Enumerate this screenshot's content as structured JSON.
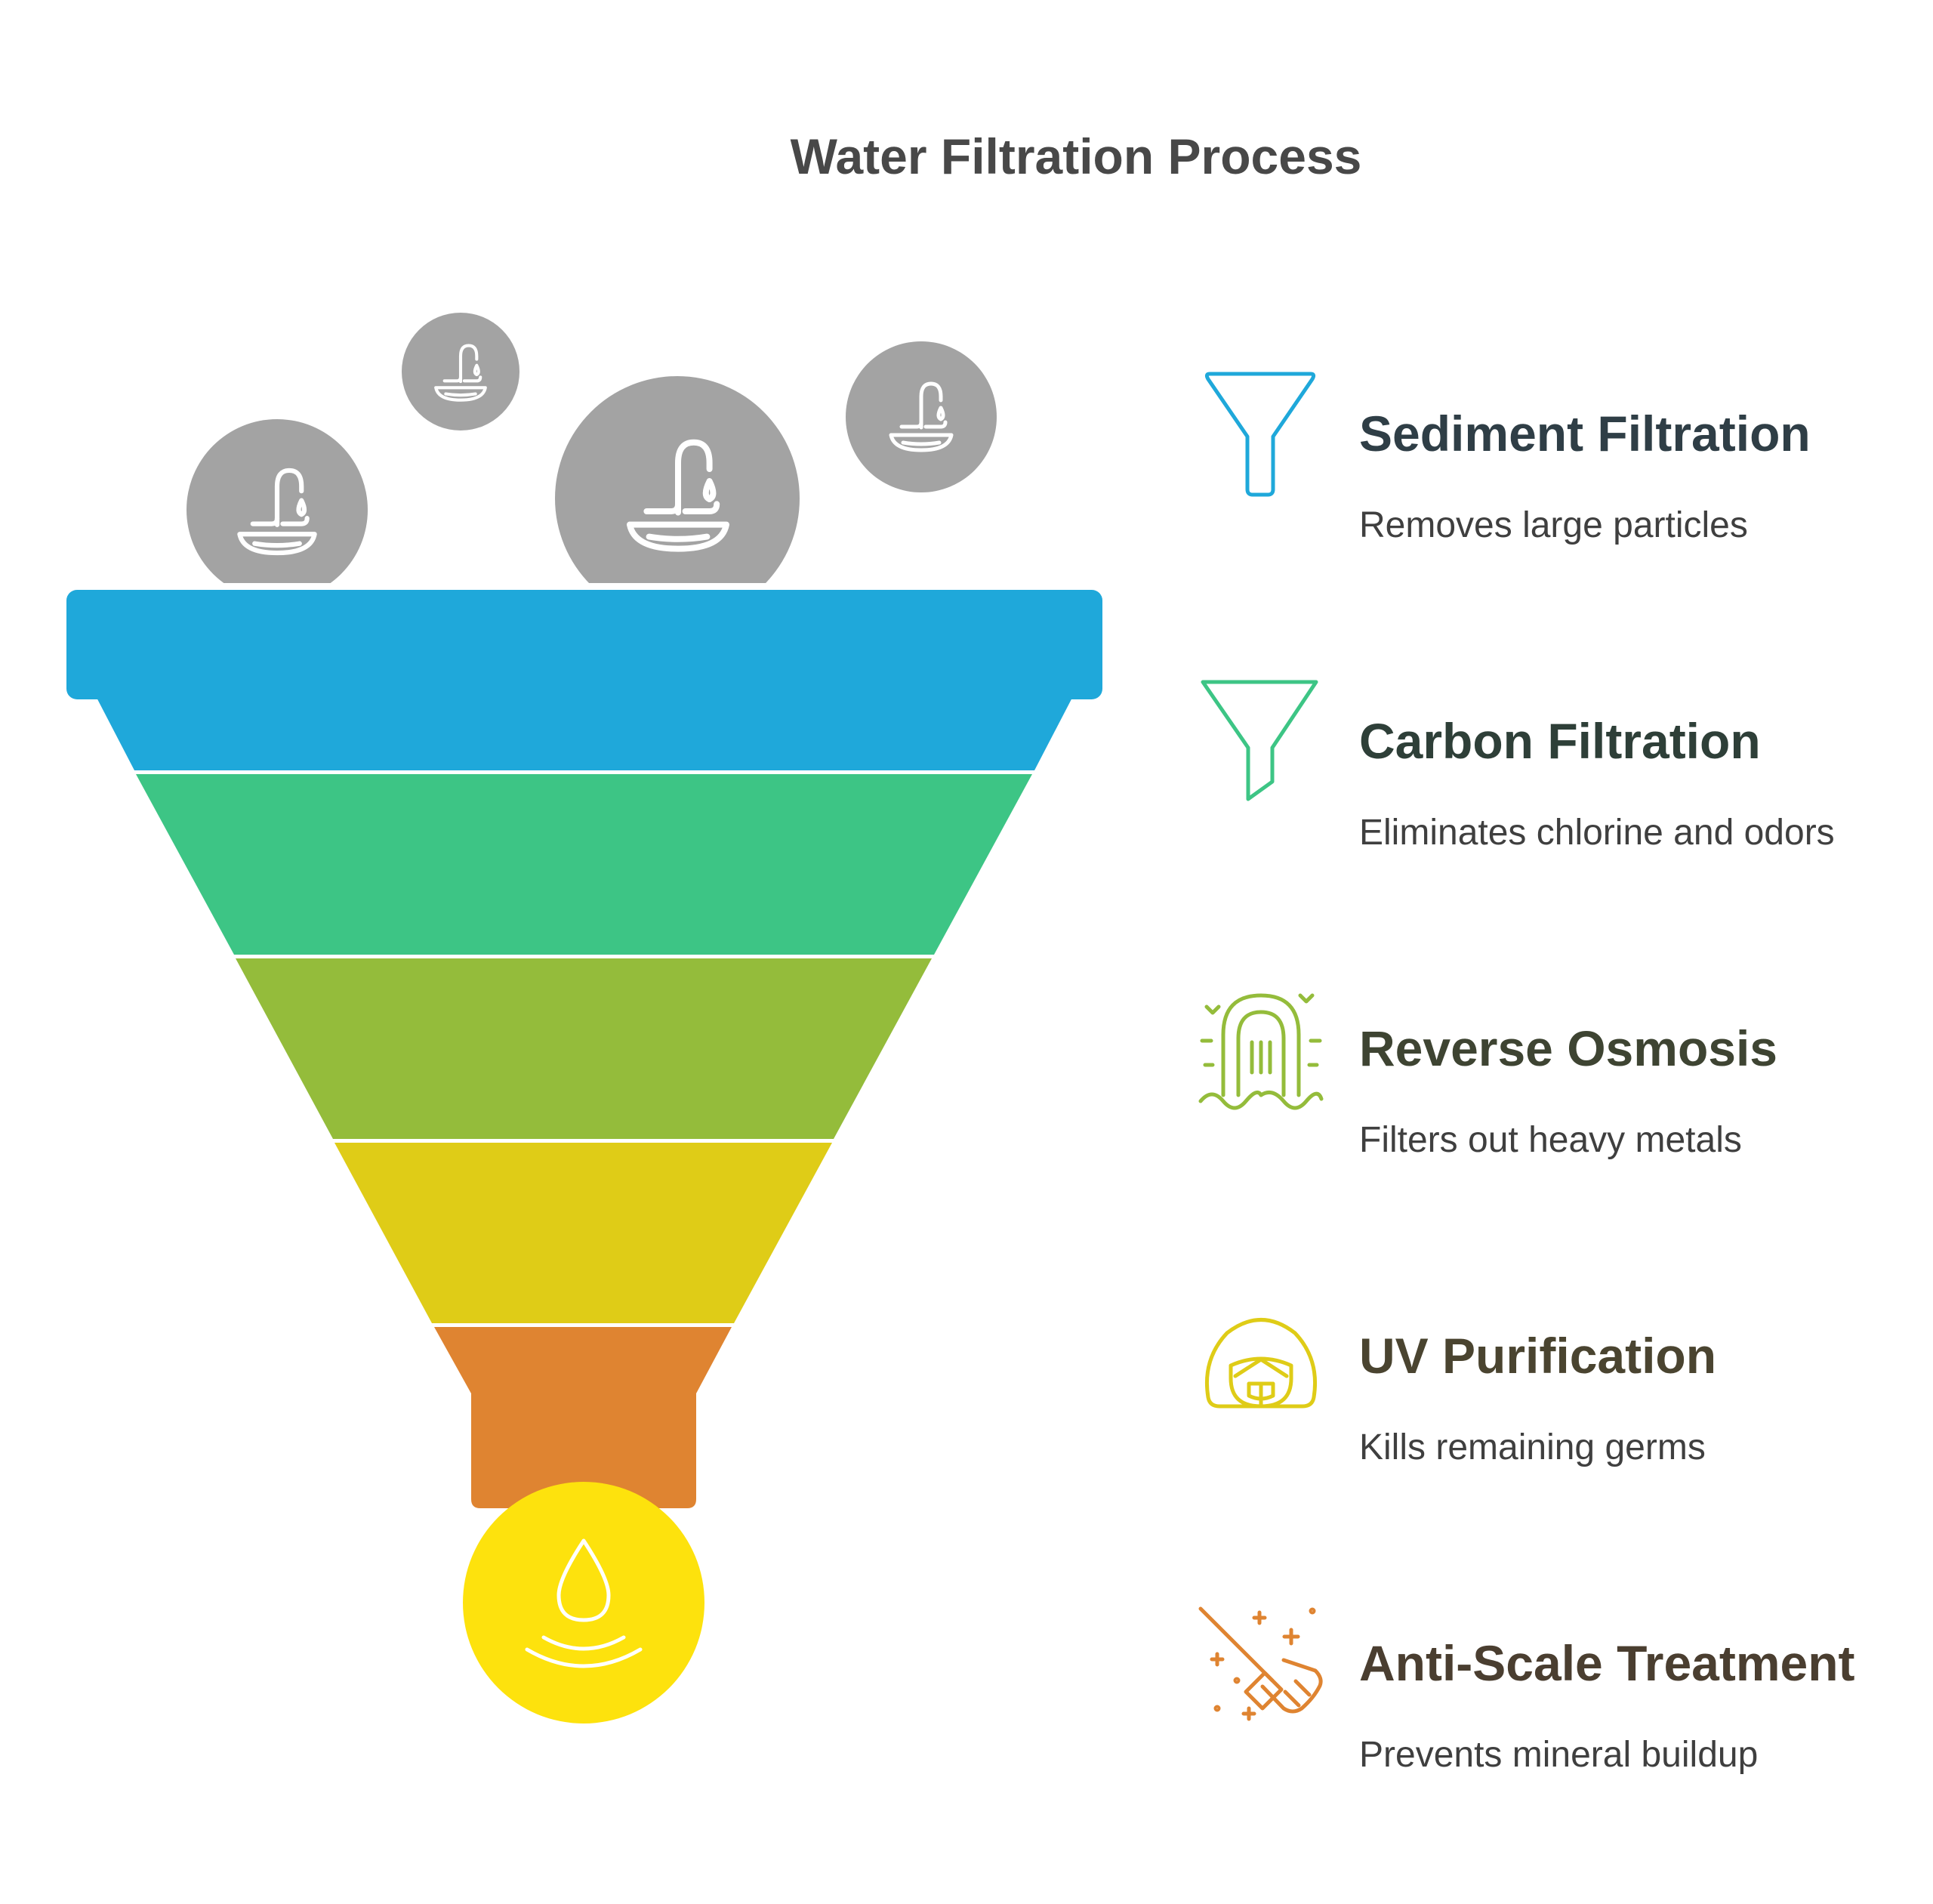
{
  "title": "Water Filtration Process",
  "stages": [
    {
      "title": "Sediment Filtration",
      "description": "Removes large particles",
      "color": "#1FA8DA",
      "text_color": "#2F3E46",
      "icon": "funnel-icon"
    },
    {
      "title": "Carbon Filtration",
      "description": "Eliminates chlorine and odors",
      "color": "#3DC585",
      "text_color": "#2E3F38",
      "icon": "funnel-outline-icon"
    },
    {
      "title": "Reverse Osmosis",
      "description": "Filters out heavy metals",
      "color": "#94BC3B",
      "text_color": "#3E4432",
      "icon": "water-gate-icon"
    },
    {
      "title": "UV Purification",
      "description": "Kills remaining germs",
      "color": "#DFCC17",
      "text_color": "#4A4430",
      "icon": "masked-face-icon"
    },
    {
      "title": "Anti-Scale Treatment",
      "description": "Prevents mineral buildup",
      "color": "#DF8431",
      "text_color": "#4A3E30",
      "icon": "broom-sparkle-icon"
    }
  ],
  "input_icons": [
    "faucet-sink-icon",
    "faucet-sink-icon",
    "faucet-sink-icon",
    "faucet-sink-icon"
  ],
  "output_icon": "water-drop-icon",
  "colors": {
    "input_circle": "#A3A3A3",
    "output_circle": "#FDE20D"
  }
}
